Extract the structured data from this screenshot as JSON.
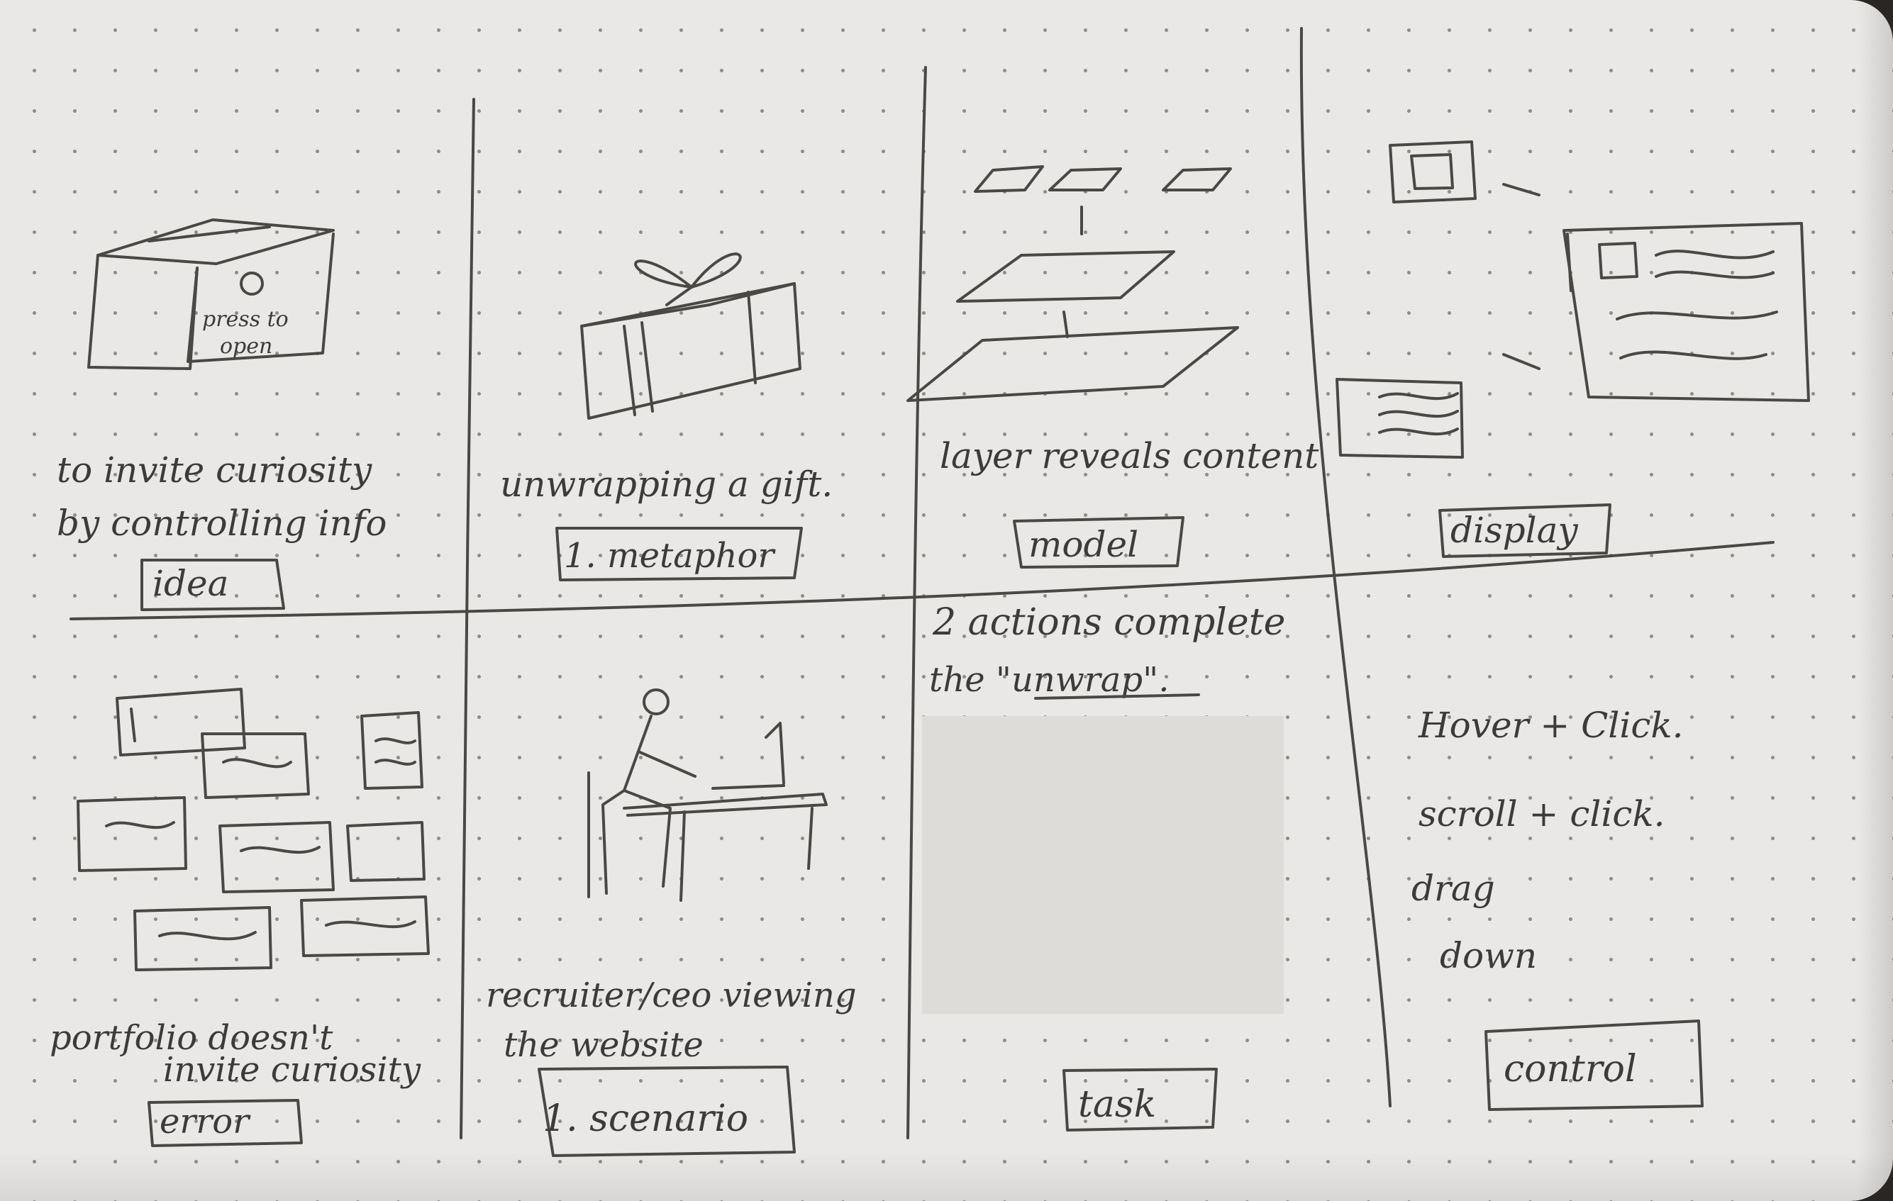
{
  "panels": [
    {
      "caption_lines": [
        "to invite curiosity",
        "by controlling info"
      ],
      "box_text": [
        "press to",
        "open"
      ],
      "tag": "idea"
    },
    {
      "caption_lines": [
        "unwrapping a gift."
      ],
      "tag": "1. metaphor"
    },
    {
      "caption_lines": [
        "layer reveals content"
      ],
      "tag": "model"
    },
    {
      "caption_lines": [],
      "tag": "display"
    },
    {
      "caption_lines": [
        "portfolio doesn't",
        "invite curiosity"
      ],
      "tag": "error"
    },
    {
      "caption_lines": [
        "recruiter/ceo viewing",
        "the website"
      ],
      "tag": "1. scenario"
    },
    {
      "caption_lines": [
        "2 actions complete",
        "the \"unwrap\"."
      ],
      "tag": "task"
    },
    {
      "list": [
        "Hover + Click.",
        "scroll + click.",
        "drag",
        "down"
      ],
      "tag": "control"
    }
  ]
}
